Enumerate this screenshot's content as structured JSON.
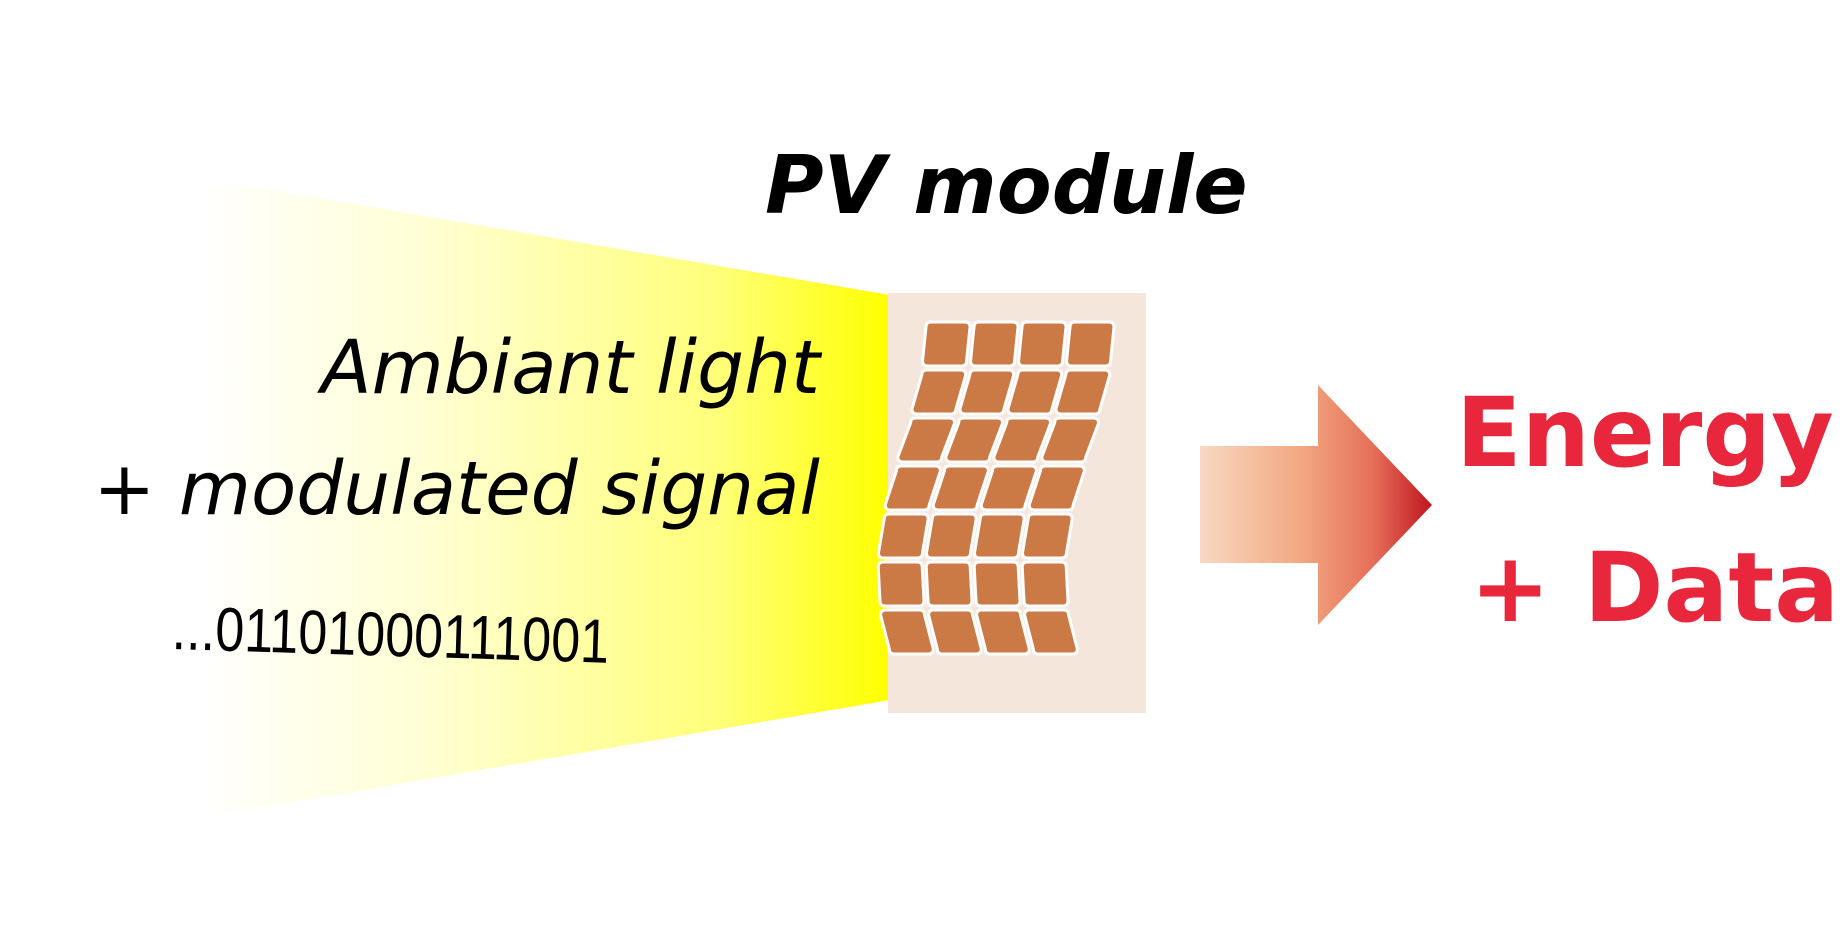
{
  "module": {
    "title": "PV module"
  },
  "input": {
    "line1": "Ambiant light",
    "line2": "+ modulated signal",
    "bits": "...01101000111001"
  },
  "output": {
    "line1": "Energy",
    "line2": "+ Data"
  },
  "icons": {
    "light_beam": "light-beam-icon",
    "pv_panel": "pv-panel-icon",
    "arrow": "arrow-right-icon"
  },
  "colors": {
    "beam": "#ffff00",
    "module_background": "#f5e6dc",
    "solar_cell": "#cc7a45",
    "solar_cell_border": "#ffffff",
    "arrow_start": "#f7d3b8",
    "arrow_end": "#c0151e",
    "output_text": "#e8263c"
  }
}
